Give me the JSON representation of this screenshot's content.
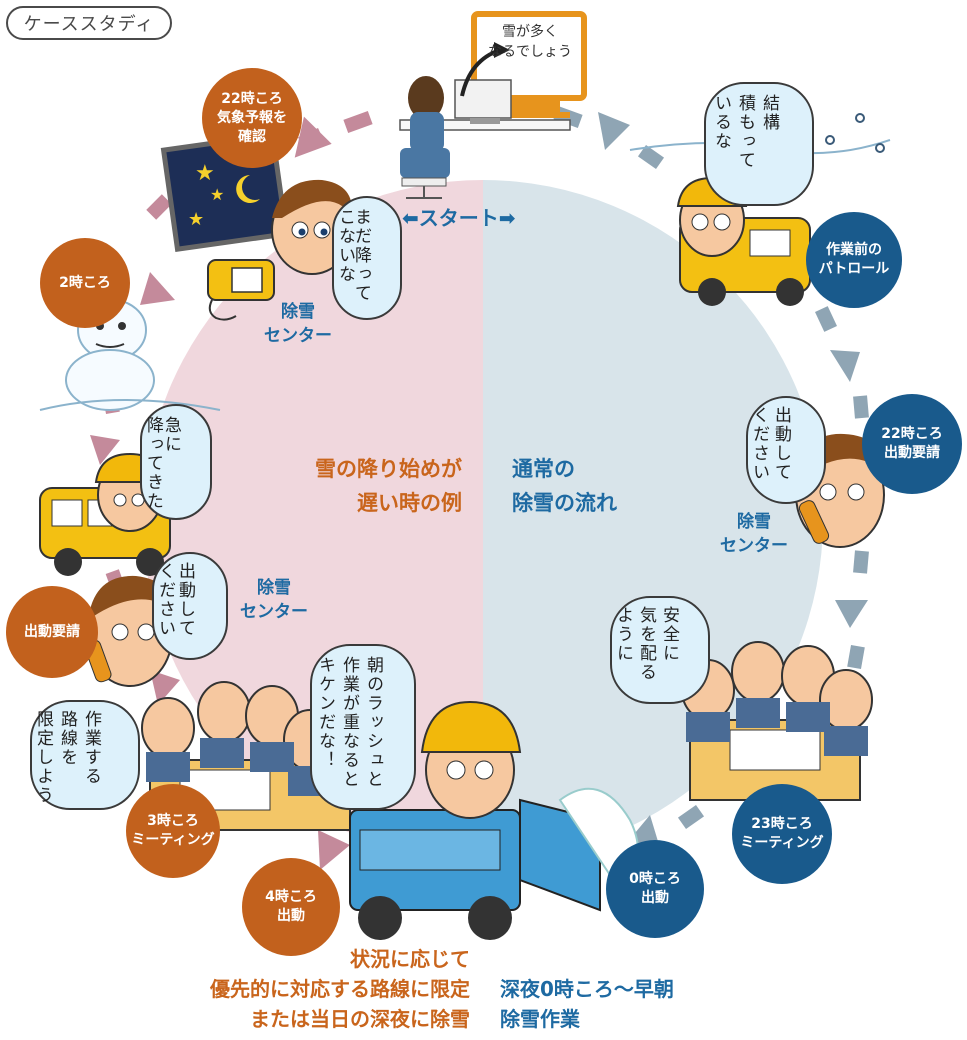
{
  "case_tag": "ケーススタディ",
  "start_label": "⬅スタート➡",
  "left_title": [
    "雪の降り始めが",
    "遅い時の例"
  ],
  "right_title": [
    "通常の",
    "除雪の流れ"
  ],
  "monitor_bubble": [
    "雪が多く",
    "なるでしょう"
  ],
  "left_center_labels": [
    "除雪\nセンター",
    "除雪\nセンター"
  ],
  "right_center_label": "除雪\nセンター",
  "badges_left": [
    "22時ころ\n気象予報を\n確認",
    "2時ころ",
    "出動要請",
    "3時ころ\nミーティング",
    "4時ころ\n出動"
  ],
  "badges_right": [
    "作業前の\nパトロール",
    "22時ころ\n出動要請",
    "23時ころ\nミーティング",
    "0時ころ\n出動"
  ],
  "speech": {
    "not_yet": [
      "まだ降って",
      "こないな"
    ],
    "suddenly": [
      "急に",
      "降ってきた"
    ],
    "dispatch_left": [
      "出動して",
      "ください"
    ],
    "limit_route": [
      "作業する",
      "路線を",
      "限定しよう"
    ],
    "rush": [
      "朝のラッシュと",
      "作業が重なると",
      "キケンだな！"
    ],
    "piled": [
      "結構",
      "積もって",
      "いるな"
    ],
    "dispatch_right": [
      "出動して",
      "ください"
    ],
    "safety": [
      "安全に",
      "気を配る",
      "ように"
    ]
  },
  "bottom_left": [
    "状況に応じて",
    "優先的に対応する路線に限定",
    "または当日の深夜に除雪"
  ],
  "bottom_right": [
    "深夜0時ころ～早朝",
    "除雪作業"
  ],
  "colors": {
    "left_half": "#f0d7dd",
    "right_half": "#d8e4ea",
    "orange": "#c2611d",
    "navy": "#195a8c",
    "arrow_left": "#c48a9b",
    "arrow_right": "#8fa5b4",
    "bubble": "#ddf1fb",
    "truck": "#f3c012",
    "plow": "#3f9bd3"
  }
}
